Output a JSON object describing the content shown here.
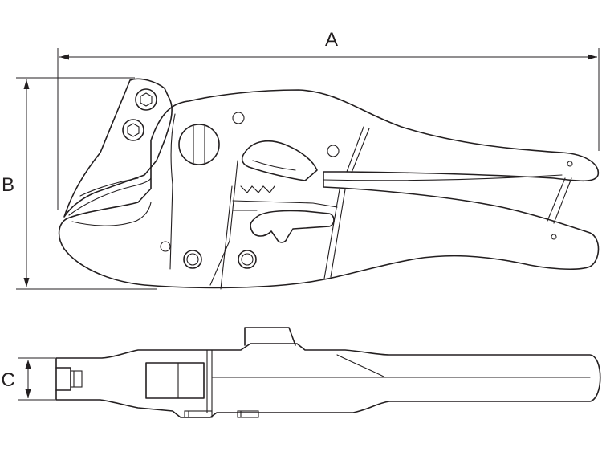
{
  "dimension_labels": {
    "a": "A",
    "b": "B",
    "c": "C"
  }
}
